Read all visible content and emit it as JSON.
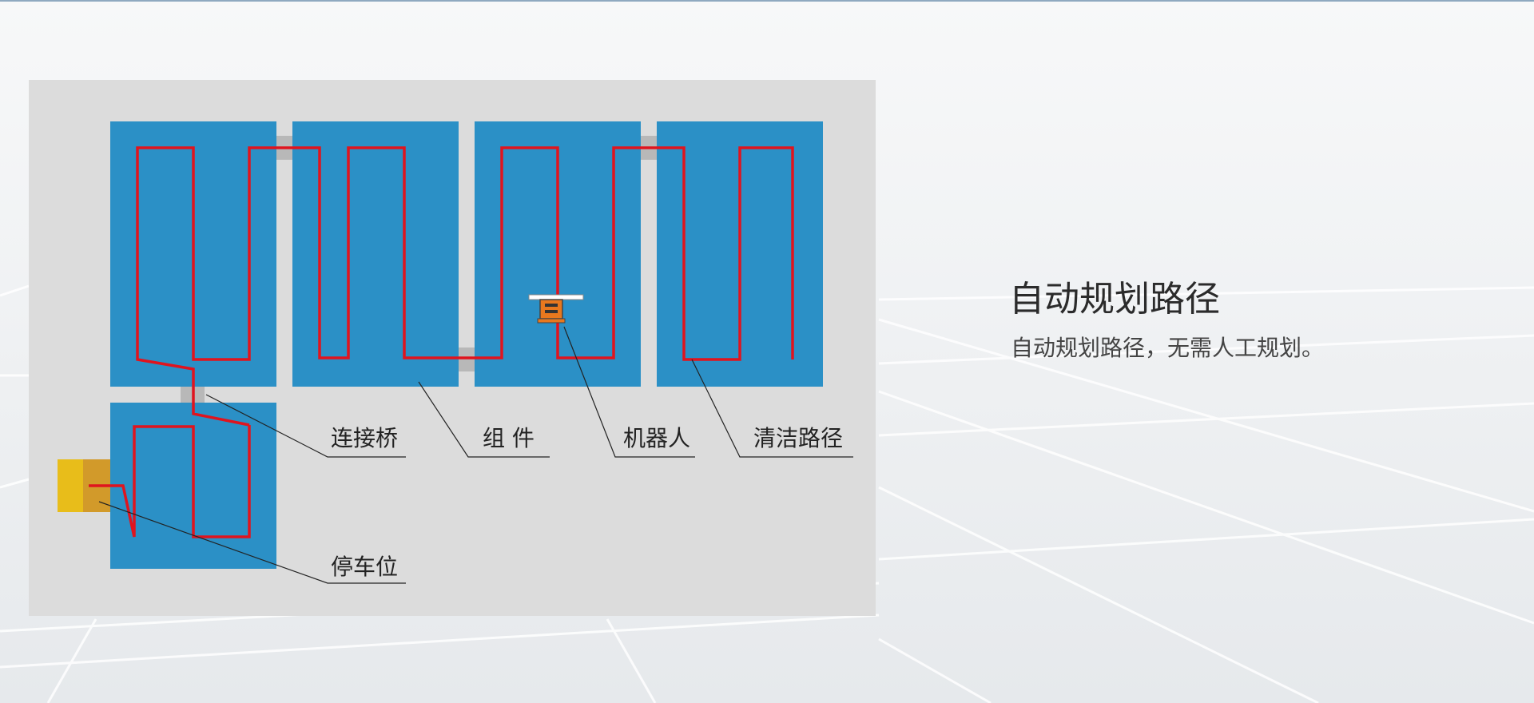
{
  "diagram": {
    "labels": {
      "bridge": "连接桥",
      "module": "组 件",
      "robot": "机器人",
      "path": "清洁路径",
      "parking": "停车位"
    }
  },
  "content": {
    "title": "自动规划路径",
    "subtitle": "自动规划路径，无需人工规划。"
  },
  "colors": {
    "panel": "#2b90c6",
    "path": "#e0141e",
    "frame": "#dcdcdc",
    "bridge": "#b8b8b8",
    "parking_left": "#e8bd1a",
    "parking_right": "#d29a2a",
    "robot": "#e8781e"
  }
}
